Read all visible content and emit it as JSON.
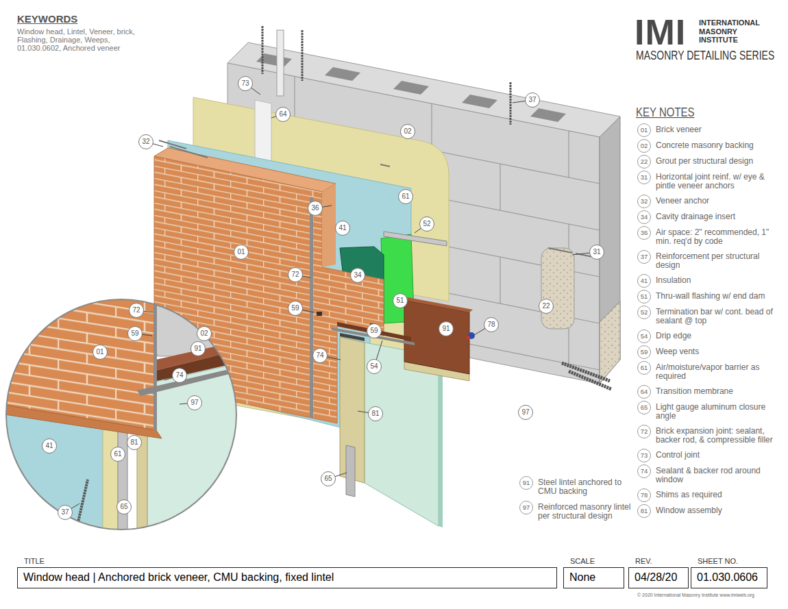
{
  "diagram": {
    "nodes": [
      {
        "text": [
          "73"
        ]
      },
      {
        "text": [
          "37"
        ]
      },
      {
        "text": [
          "64"
        ]
      },
      {
        "text": [
          "02"
        ]
      },
      {
        "text": [
          "32"
        ]
      },
      {
        "text": [
          "61"
        ]
      },
      {
        "text": [
          "36"
        ]
      },
      {
        "text": [
          "52"
        ]
      },
      {
        "text": [
          "41"
        ]
      },
      {
        "text": [
          "01"
        ]
      },
      {
        "text": [
          "31"
        ]
      },
      {
        "text": [
          "72"
        ]
      },
      {
        "text": [
          "34"
        ]
      },
      {
        "text": [
          "51"
        ]
      },
      {
        "text": [
          "22"
        ]
      },
      {
        "text": [
          "59"
        ]
      },
      {
        "text": [
          "78"
        ]
      },
      {
        "text": [
          "91"
        ]
      },
      {
        "text": [
          "59"
        ]
      },
      {
        "text": [
          "74"
        ]
      },
      {
        "text": [
          "54"
        ]
      },
      {
        "text": [
          "97"
        ]
      },
      {
        "text": [
          "81"
        ]
      },
      {
        "text": [
          "65"
        ]
      },
      {
        "text": [
          "72"
        ]
      },
      {
        "text": [
          "59"
        ]
      },
      {
        "text": [
          "02"
        ]
      },
      {
        "text": [
          "91"
        ]
      },
      {
        "text": [
          "01"
        ]
      },
      {
        "text": [
          "74"
        ]
      },
      {
        "text": [
          "97"
        ]
      },
      {
        "text": [
          "81"
        ]
      },
      {
        "text": [
          "41"
        ]
      },
      {
        "text": [
          "61"
        ]
      },
      {
        "text": [
          "65"
        ]
      },
      {
        "text": [
          "37"
        ]
      },
      {
        "text": [
          "01",
          "Brick veneer"
        ]
      },
      {
        "text": [
          "02",
          "Concrete masonry backing"
        ]
      },
      {
        "text": [
          "22",
          "Grout per structural design"
        ]
      },
      {
        "text": [
          "31",
          "Horizontal joint reinf. w/ eye & pintle veneer anchors"
        ]
      },
      {
        "text": [
          "32",
          "Veneer anchor"
        ]
      },
      {
        "text": [
          "34",
          "Cavity drainage insert"
        ]
      },
      {
        "text": [
          "36",
          "Air space: 2\" recommended, 1\" min. req'd by code"
        ]
      },
      {
        "text": [
          "37",
          "Reinforcement per structural design"
        ]
      },
      {
        "text": [
          "41",
          "Insulation"
        ]
      },
      {
        "text": [
          "51",
          "Thru-wall flashing w/ end dam"
        ]
      },
      {
        "text": [
          "52",
          "Termination bar w/ cont. bead of sealant @ top"
        ]
      },
      {
        "text": [
          "54",
          "Drip edge"
        ]
      },
      {
        "text": [
          "59",
          "Weep vents"
        ]
      },
      {
        "text": [
          "61",
          "Air/moisture/vapor barrier as required"
        ]
      },
      {
        "text": [
          "64",
          "Transition membrane"
        ]
      },
      {
        "text": [
          "65",
          "Light gauge aluminum closure angle"
        ]
      },
      {
        "text": [
          "72",
          "Brick expansion joint: sealant, backer rod, & compressible filler"
        ]
      },
      {
        "text": [
          "73",
          "Control joint"
        ]
      },
      {
        "text": [
          "74",
          "Sealant & backer rod around window"
        ]
      },
      {
        "text": [
          "78",
          "Shims as required"
        ]
      },
      {
        "text": [
          "81",
          "Window assembly"
        ]
      },
      {
        "text": [
          "91",
          "Steel lintel anchored to CMU backing"
        ]
      },
      {
        "text": [
          "97",
          "Reinforced masonry lintel per structural design"
        ]
      },
      {
        "text": [
          "TITLE",
          "Window head | Anchored brick veneer, CMU backing, fixed lintel"
        ]
      },
      {
        "text": [
          "SCALE",
          "None"
        ]
      },
      {
        "text": [
          "REV.",
          "04/28/20"
        ]
      },
      {
        "text": [
          "SHEET NO.",
          "01.030.0606"
        ]
      }
    ],
    "labels": [
      "KEYWORDS",
      "Window head, Lintel, Veneer, brick, Flashing, Drainage, Weeps, 01.030.0602, Anchored veneer",
      "IMI",
      "INTERNATIONAL MASONRY INSTITUTE",
      "MASONRY DETAILING SERIES",
      "KEY NOTES",
      "© 2020 International Masonry Institute www.imiweb.org"
    ]
  }
}
